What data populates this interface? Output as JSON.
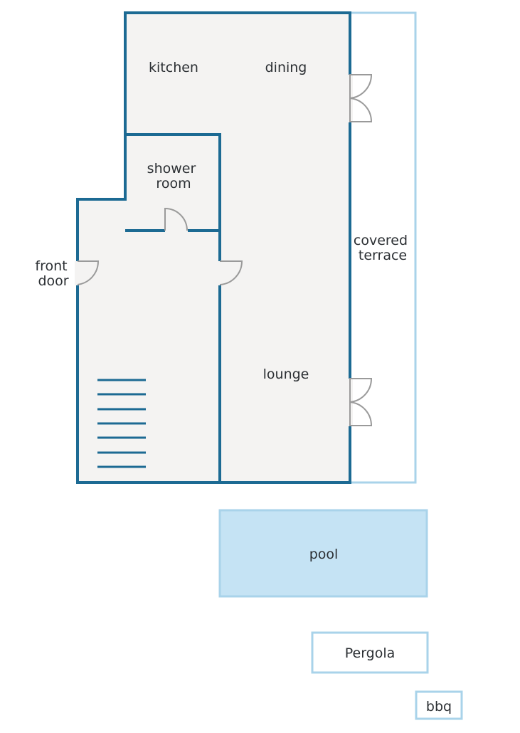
{
  "colors": {
    "wall": "#1c6a93",
    "wall_light": "#a9d3ea",
    "floor": "#f4f3f2",
    "pool": "#c5e3f4",
    "door": "#9a9a9a",
    "text": "#2b2f33"
  },
  "rooms": {
    "kitchen": "kitchen",
    "dining": "dining",
    "shower_room": [
      "shower",
      "room"
    ],
    "front_door": [
      "front",
      "door"
    ],
    "covered_terrace": [
      "covered",
      "terrace"
    ],
    "lounge": "lounge",
    "pool": "pool",
    "pergola": "Pergola",
    "bbq": "bbq"
  }
}
